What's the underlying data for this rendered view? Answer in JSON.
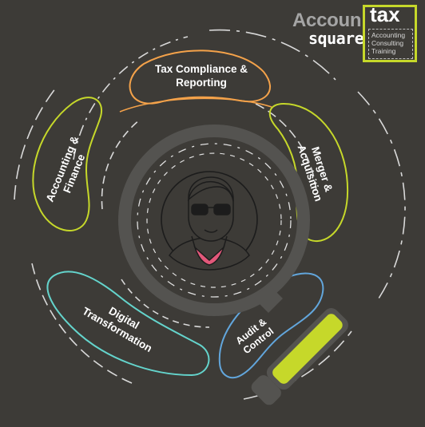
{
  "brand": {
    "word_1": "Accoun",
    "word_2": "square",
    "box_title": "tax",
    "box_lines": [
      "Accounting",
      "Consulting",
      "Training"
    ],
    "accent_color": "#c6d82a"
  },
  "services": [
    {
      "id": "tax",
      "lines": [
        "Tax Compliance &",
        "Reporting"
      ],
      "color": "#f4a24a"
    },
    {
      "id": "merger",
      "lines": [
        "Merger &",
        "Acquisition"
      ],
      "color": "#c6d82a"
    },
    {
      "id": "audit",
      "lines": [
        "Audit &",
        "Control"
      ],
      "color": "#62a6dc"
    },
    {
      "id": "digital",
      "lines": [
        "Digital",
        "Transformation"
      ],
      "color": "#64d4cc"
    },
    {
      "id": "accounting",
      "lines": [
        "Accounting &",
        "Finance"
      ],
      "color": "#c6d82a"
    }
  ],
  "center_icon": "person-with-sunglasses-icon",
  "magnifier_icon": "magnifying-glass-icon",
  "background_color": "#3d3b37"
}
